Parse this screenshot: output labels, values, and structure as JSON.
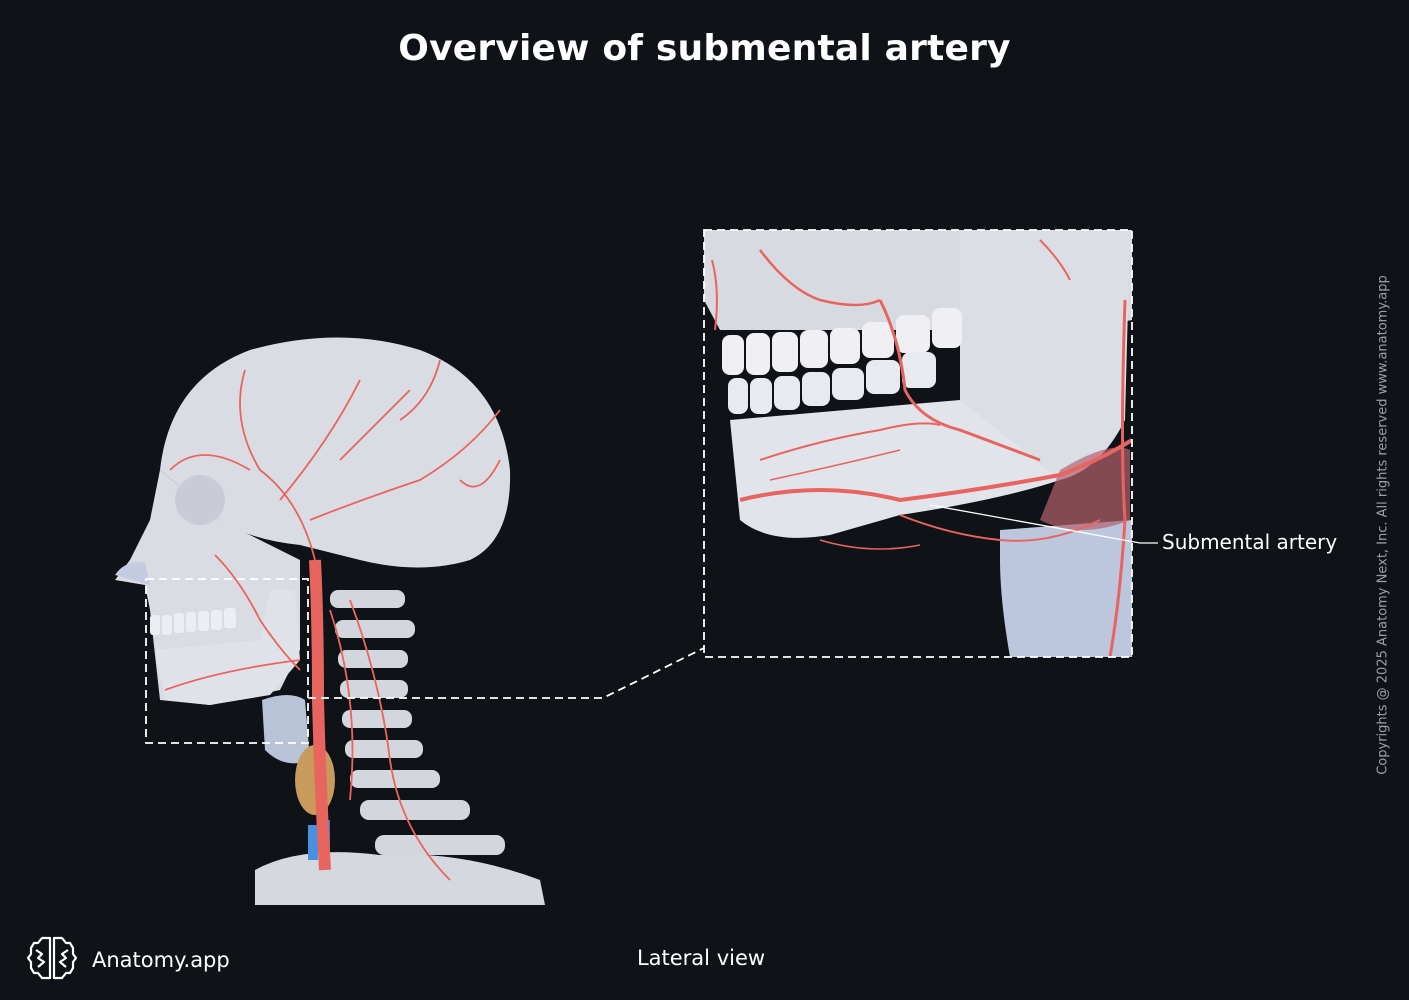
{
  "title": "Overview of submental artery",
  "view_caption": "Lateral view",
  "brand": {
    "name": "Anatomy.app",
    "icon": "brain-icon"
  },
  "copyright": "Copyrights @ 2025 Anatomy Next, Inc. All rights reserved www.anatomy.app",
  "labels": [
    {
      "text": "Submental artery",
      "target": "submental-artery"
    }
  ],
  "colors": {
    "background": "#0f1217",
    "bone": "#d9dbe3",
    "artery": "#e8655f",
    "vein": "#4a90e2",
    "thyroid": "#c89a5c",
    "dashed_box": "#ffffff"
  },
  "figures": {
    "overview": "Lateral view of skull, neck and cervical spine with arterial network",
    "zoom_inset": "Enlarged mandible region showing submental artery"
  }
}
